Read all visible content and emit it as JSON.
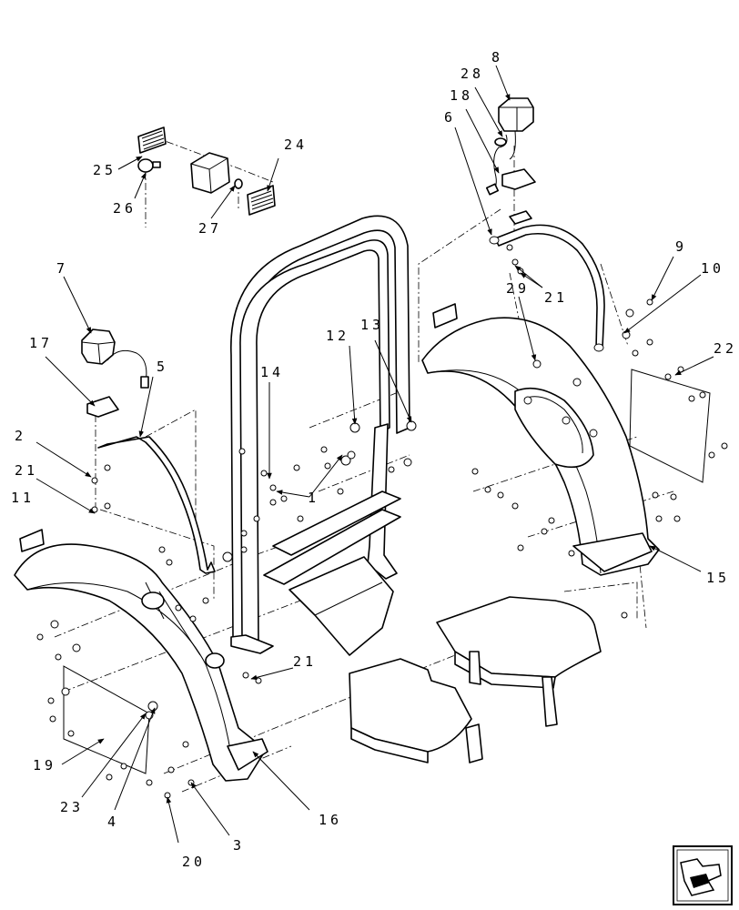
{
  "callouts": [
    "1",
    "2",
    "3",
    "4",
    "5",
    "6",
    "7",
    "8",
    "9",
    "10",
    "11",
    "12",
    "13",
    "14",
    "15",
    "16",
    "17",
    "18",
    "19",
    "20",
    "21",
    "21",
    "21",
    "22",
    "23",
    "24",
    "25",
    "26",
    "27",
    "28",
    "29"
  ],
  "icons": {
    "nav_arrow": "arrow-next-page-icon"
  }
}
